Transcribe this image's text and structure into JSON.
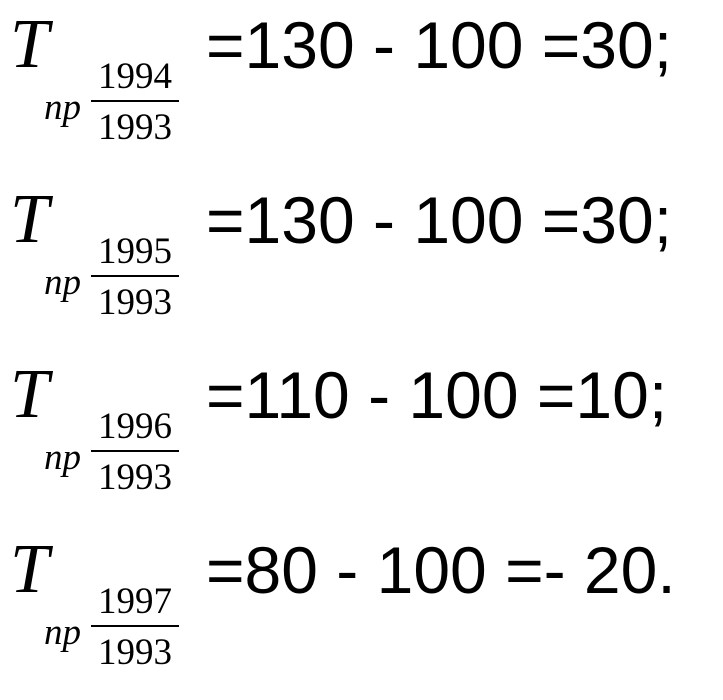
{
  "formulas": [
    {
      "symbol": "T",
      "subscript": "np",
      "fraction_top": "1994",
      "fraction_bottom": "1993",
      "expression": "=130 - 100 =30;"
    },
    {
      "symbol": "T",
      "subscript": "np",
      "fraction_top": "1995",
      "fraction_bottom": "1993",
      "expression": "=130 - 100 =30;"
    },
    {
      "symbol": "T",
      "subscript": "np",
      "fraction_top": "1996",
      "fraction_bottom": "1993",
      "expression": "=110 - 100 =10;"
    },
    {
      "symbol": "T",
      "subscript": "np",
      "fraction_top": "1997",
      "fraction_bottom": "1993",
      "expression": "=80 - 100 =- 20."
    }
  ]
}
